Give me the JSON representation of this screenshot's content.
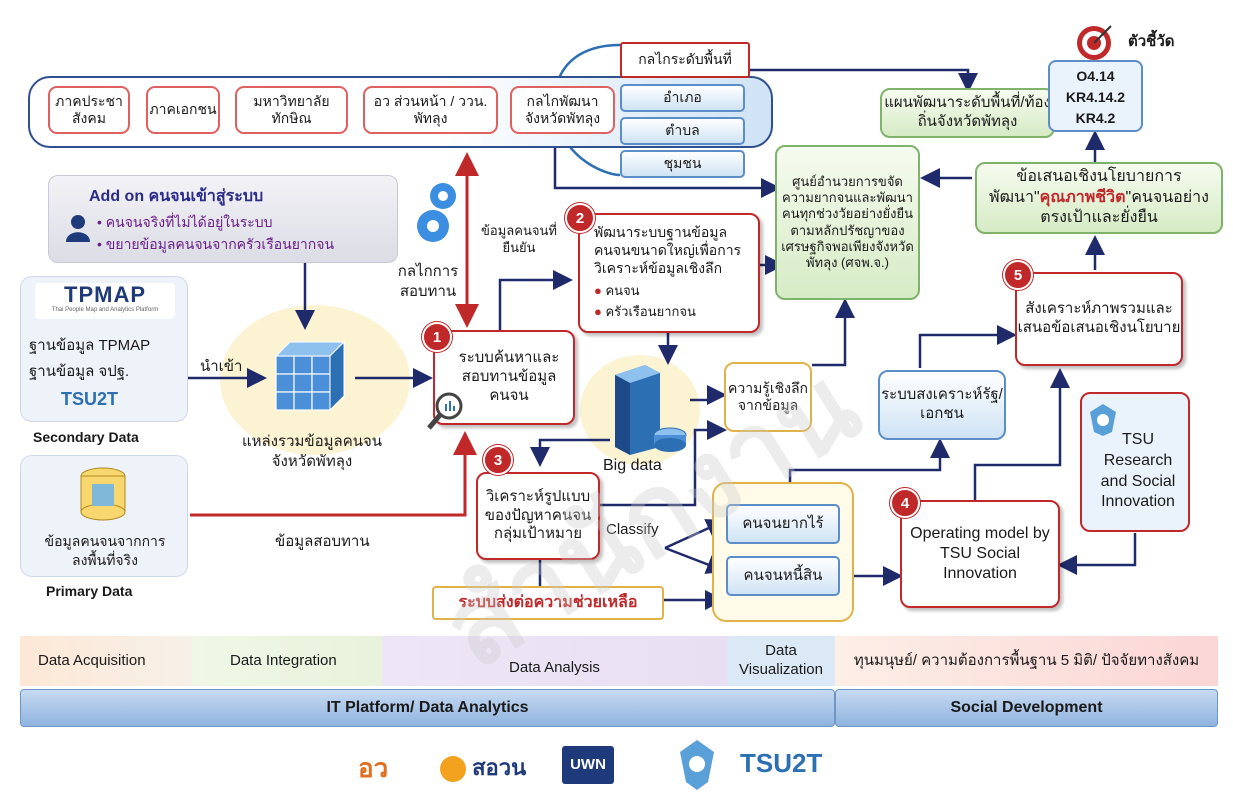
{
  "stakeholders": {
    "civil_society": "ภาคประชาสังคม",
    "private_sector": "ภาคเอกชน",
    "university": "มหาวิทยาลัยทักษิณ",
    "provincial_gov": "อว ส่วนหน้า / ววน. พัทลุง",
    "provincial_mechanism": "กลไกพัฒนาจังหวัดพัทลุง"
  },
  "area_mechanism": {
    "title": "กลไกระดับพื้นที่",
    "district": "อำเภอ",
    "subdistrict": "ตำบล",
    "community": "ชุมชน"
  },
  "addon": {
    "title": "Add on คนจนเข้าสู่ระบบ",
    "items": [
      "คนจนจริงที่ไม่ได้อยู่ในระบบ",
      "ขยายข้อมูลคนจนจากครัวเรือนยากจน"
    ]
  },
  "secondary": {
    "logo_text": "TPMAP",
    "logo_sub": "Thai People Map and Analytics Platform",
    "line1": "ฐานข้อมูล TPMAP",
    "line2": "ฐานข้อมูล จปฐ.",
    "logo2": "TSU2T",
    "caption": "Secondary Data"
  },
  "primary": {
    "text": "ข้อมูลคนจนจากการลงพื้นที่จริง",
    "caption": "Primary Data"
  },
  "labels": {
    "import": "นำเข้า",
    "data_pool": "แหล่งรวมข้อมูลคนจนจังหวัดพัทลุง",
    "verify_mechanism": "กลไกการสอบทาน",
    "verified_data": "ข้อมูลคนจนที่ยืนยัน",
    "survey_data": "ข้อมูลสอบทาน",
    "big_data": "Big data",
    "classify": "Classify"
  },
  "step1": {
    "num": "1",
    "text": "ระบบค้นหาและสอบทานข้อมูลคนจน"
  },
  "step2": {
    "num": "2",
    "title": "พัฒนาระบบฐานข้อมูลคนจนขนาดใหญ่เพื่อการวิเคราะห์ข้อมูลเชิงลึก",
    "items": [
      "คนจน",
      "ครัวเรือนยากจน"
    ]
  },
  "step3": {
    "num": "3",
    "text": "วิเคราะห์รูปแบบของปัญหาคนจนกลุ่มเป้าหมาย"
  },
  "step4": {
    "num": "4",
    "text": "Operating model by TSU Social Innovation"
  },
  "step5": {
    "num": "5",
    "text": "สังเคราะห์ภาพรวมและเสนอข้อเสนอเชิงนโยบาย"
  },
  "center": "ศูนย์อำนวยการขจัดความยากจนและพัฒนาคนทุกช่วงวัยอย่างยั่งยืนตามหลักปรัชญาของเศรษฐกิจพอเพียงจังหวัดพัทลุง (ศจพ.จ.)",
  "area_plan": "แผนพัฒนาระดับพื้นที่/ท้องถิ่นจังหวัดพัทลุง",
  "policy": {
    "pre": "ข้อเสนอเชิงนโยบายการพัฒนา\"",
    "highlight": "คุณภาพชีวิต",
    "post": "\"คนจนอย่างตรงเป้าและยั่งยืน"
  },
  "kpi": {
    "title": "ตัวชี้วัด",
    "items": [
      "O4.14",
      "KR4.14.2",
      "KR4.2"
    ]
  },
  "insight": "ความรู้เชิงลึกจากข้อมูล",
  "welfare": "ระบบสงเคราะห์รัฐ/ เอกชน",
  "groups": {
    "destitute": "คนจนยากไร้",
    "debt": "คนจนหนี้สิน"
  },
  "referral": "ระบบส่งต่อความช่วยเหลือ",
  "tsu_research": "TSU Research and Social Innovation",
  "bands": {
    "acquisition": "Data Acquisition",
    "integration": "Data Integration",
    "analysis": "Data  Analysis",
    "visualization": "Data Visualization",
    "social": "ทุนมนุษย์/ ความต้องการพื้นฐาน 5 มิติ/ ปัจจัยทางสังคม",
    "it_platform": "IT Platform/ Data Analytics",
    "social_dev": "Social Development"
  },
  "footer_logos": [
    "อว",
    "สอวน",
    "UWN",
    "TSU",
    "TSU2T"
  ],
  "colors": {
    "red": "#c0282a",
    "navy": "#1f2a6b",
    "green": "#7fb26a",
    "blue": "#5b8ec9",
    "orange": "#e2b24a"
  }
}
